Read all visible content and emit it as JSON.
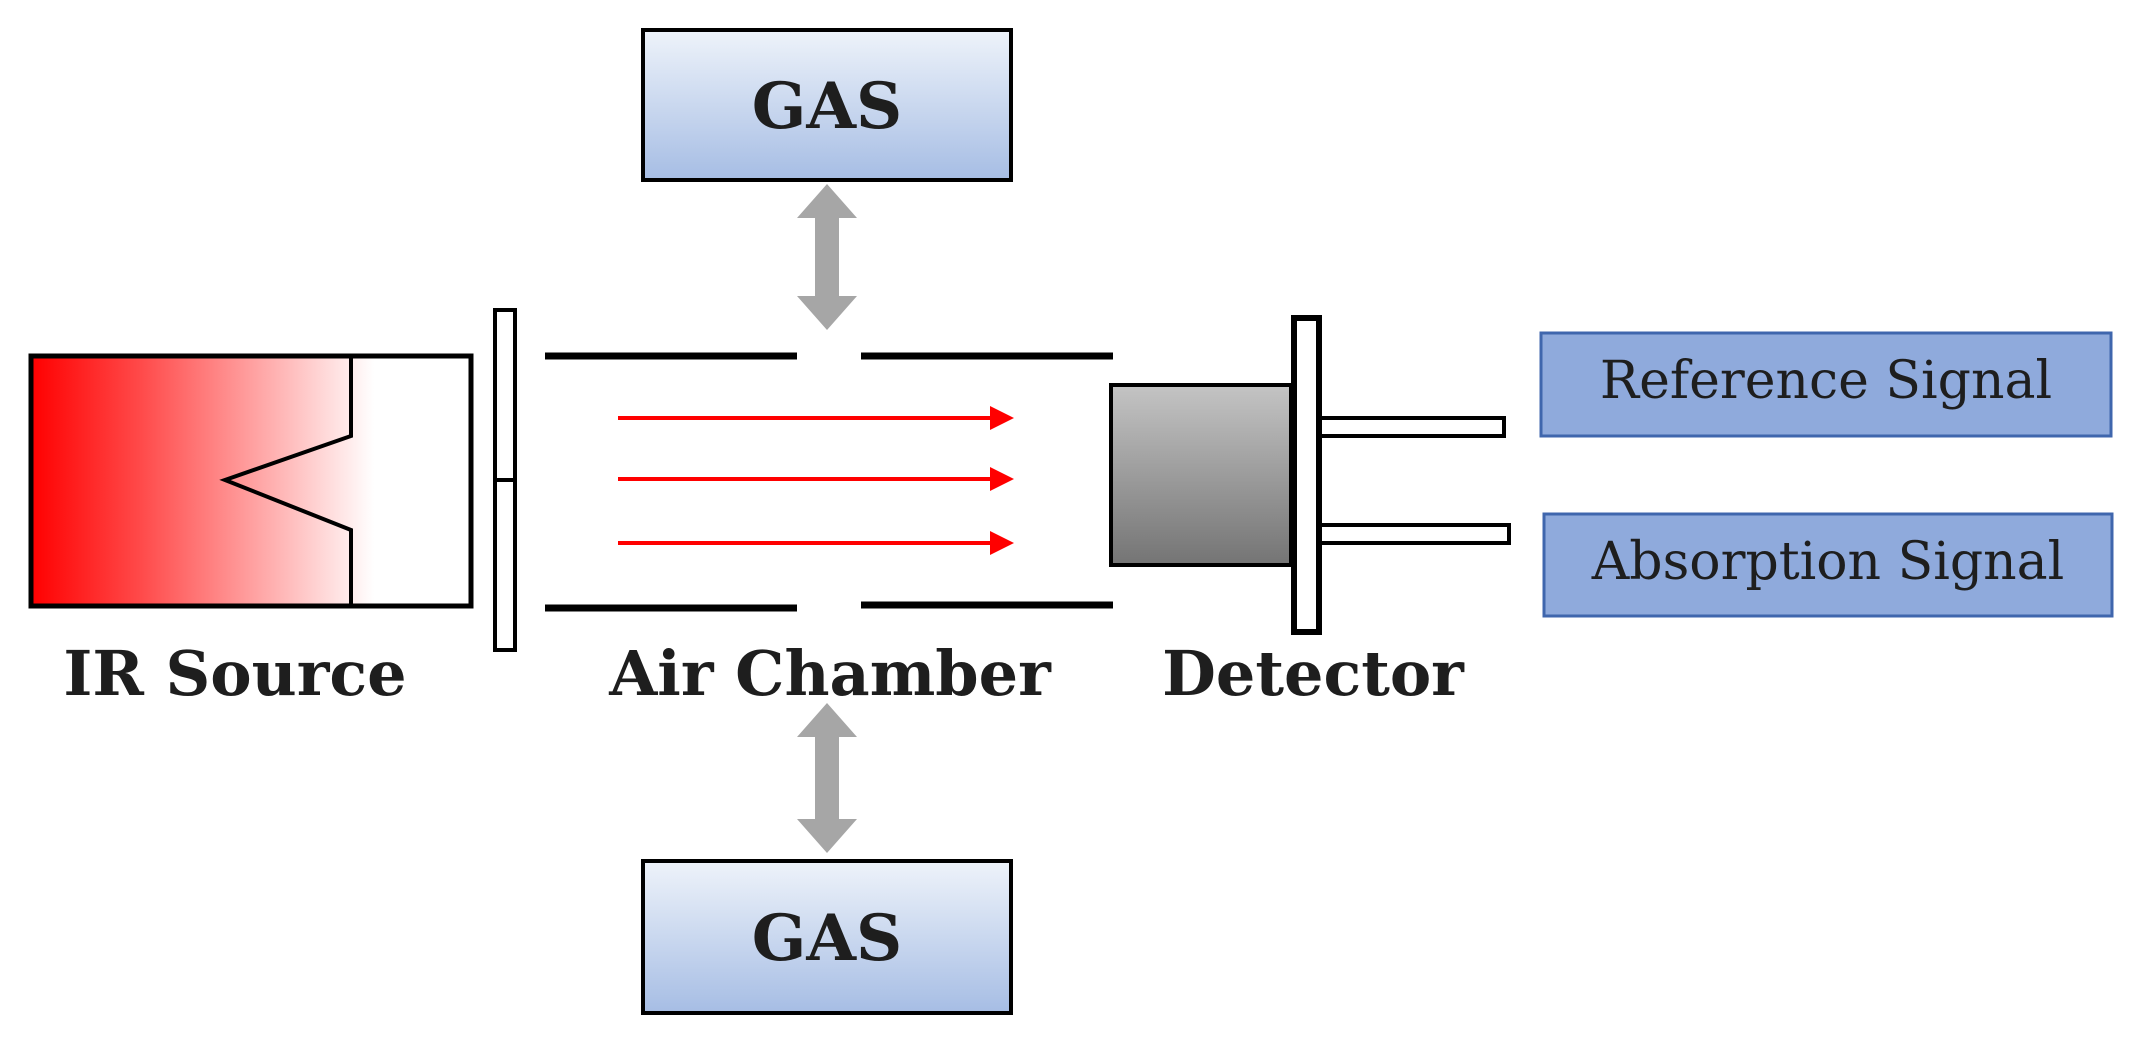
{
  "gas_top": {
    "label": "GAS"
  },
  "gas_bottom": {
    "label": "GAS"
  },
  "ir_source": {
    "label": "IR Source"
  },
  "air_chamber": {
    "label": "Air Chamber"
  },
  "detector": {
    "label": "Detector"
  },
  "signals": {
    "reference": "Reference Signal",
    "absorption": "Absorption Signal"
  },
  "colors": {
    "ir_glow": "#ff0000",
    "beam": "#ff0000",
    "gas_box_top": "#e9eff8",
    "gas_box_bottom": "#a9bfe4",
    "signal_box": "#8faadc",
    "signal_border": "#3f66ad",
    "arrow_gray": "#a6a6a6",
    "detector_light": "#c2c2c2",
    "detector_dark": "#777777",
    "outline": "#000000"
  },
  "icons": {
    "gas_flow": "double-headed-vertical-arrow",
    "ir_beam": "right-arrow",
    "filament": "zigzag-filament"
  }
}
